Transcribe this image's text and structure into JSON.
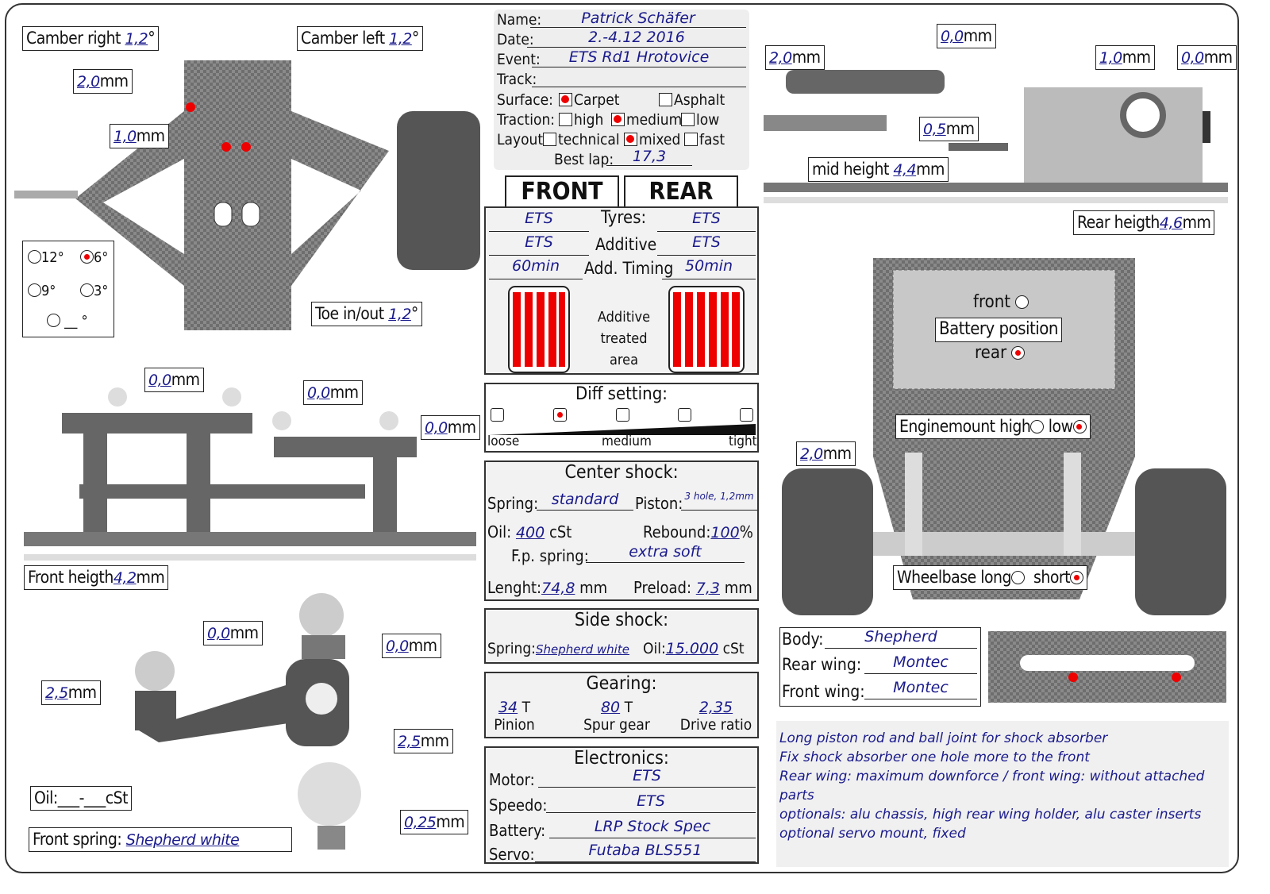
{
  "colors": {
    "value": "#1a1a8c",
    "marker": "#e00000",
    "carbon": "#7a7a7a"
  },
  "front_top": {
    "camber_right": {
      "label": "Camber right",
      "value": "1,2",
      "unit": "°"
    },
    "camber_left": {
      "label": "Camber left",
      "value": "1,2",
      "unit": "°"
    },
    "offset1": {
      "value": "2,0",
      "unit": "mm"
    },
    "offset2": {
      "value": "1,0",
      "unit": "mm"
    },
    "toe": {
      "label": "Toe in/out",
      "value": "1,2",
      "unit": "°"
    },
    "caster": {
      "options": [
        "12°",
        "6°",
        "9°",
        "3°"
      ],
      "selected": "6°",
      "custom": "__",
      "custom_unit": "°"
    }
  },
  "front_side": {
    "spacers": [
      {
        "value": "0,0",
        "unit": "mm"
      },
      {
        "value": "0,0",
        "unit": "mm"
      },
      {
        "value": "0,0",
        "unit": "mm"
      }
    ],
    "front_height": {
      "label": "Front heigth",
      "value": "4,2",
      "unit": "mm"
    }
  },
  "front_hub": {
    "spacers": [
      {
        "value": "0,0",
        "unit": "mm"
      },
      {
        "value": "0,0",
        "unit": "mm"
      },
      {
        "value": "2,5",
        "unit": "mm"
      },
      {
        "value": "2,5",
        "unit": "mm"
      },
      {
        "value": "0,25",
        "unit": "mm"
      }
    ],
    "oil": {
      "label": "Oil:",
      "value": "___-___",
      "unit": "cSt"
    },
    "front_spring": {
      "label": "Front spring:",
      "value": "Shepherd white"
    }
  },
  "info": {
    "name_label": "Name:",
    "name": "Patrick Schäfer",
    "date_label": "Date:",
    "date": "2.-4.12 2016",
    "event_label": "Event:",
    "event": "ETS Rd1 Hrotovice",
    "track_label": "Track:",
    "track": "",
    "surface_label": "Surface:",
    "surface": [
      {
        "label": "Carpet",
        "checked": true
      },
      {
        "label": "Asphalt",
        "checked": false
      }
    ],
    "traction_label": "Traction:",
    "traction": [
      {
        "label": "high",
        "checked": false
      },
      {
        "label": "medium",
        "checked": true
      },
      {
        "label": "low",
        "checked": false
      }
    ],
    "layout_label": "Layout:",
    "layout": [
      {
        "label": "technical",
        "checked": false
      },
      {
        "label": "mixed",
        "checked": true
      },
      {
        "label": "fast",
        "checked": false
      }
    ],
    "best_lap_label": "Best lap:",
    "best_lap": "17,3"
  },
  "tabs": {
    "front": "FRONT",
    "rear": "REAR"
  },
  "tyres": {
    "tyres_label": "Tyres:",
    "tyres_front": "ETS",
    "tyres_rear": "ETS",
    "additive_label": "Additive",
    "additive_front": "ETS",
    "additive_rear": "ETS",
    "timing_label": "Add. Timing",
    "timing_front": "60min",
    "timing_rear": "50min",
    "area_l1": "Additive",
    "area_l2": "treated",
    "area_l3": "area"
  },
  "diff": {
    "title": "Diff setting:",
    "positions": 5,
    "selected_index": 1,
    "loose": "loose",
    "medium": "medium",
    "tight": "tight"
  },
  "center_shock": {
    "title": "Center shock:",
    "spring_label": "Spring:",
    "spring": "standard",
    "piston_label": "Piston:",
    "piston": "3 hole, 1,2mm",
    "oil_label": "Oil:",
    "oil": "400",
    "oil_unit": "cSt",
    "rebound_label": "Rebound:",
    "rebound": "100",
    "rebound_unit": "%",
    "fp_label": "F.p. spring:",
    "fp": "extra soft",
    "length_label": "Lenght:",
    "length": "74,8",
    "length_unit": "mm",
    "preload_label": "Preload:",
    "preload": "7,3",
    "preload_unit": "mm"
  },
  "side_shock": {
    "title": "Side shock:",
    "spring_label": "Spring:",
    "spring": "Shepherd white",
    "oil_label": "Oil:",
    "oil": "15.000",
    "oil_unit": "cSt"
  },
  "gearing": {
    "title": "Gearing:",
    "pinion": "34",
    "pinion_unit": "T",
    "pinion_label": "Pinion",
    "spur": "80",
    "spur_unit": "T",
    "spur_label": "Spur gear",
    "ratio": "2,35",
    "ratio_label": "Drive ratio"
  },
  "electronics": {
    "title": "Electronics:",
    "motor_label": "Motor:",
    "motor": "ETS",
    "speedo_label": "Speedo:",
    "speedo": "ETS",
    "battery_label": "Battery:",
    "battery": "LRP Stock Spec",
    "servo_label": "Servo:",
    "servo": "Futaba BLS551"
  },
  "rear_side": {
    "spacers": [
      {
        "value": "2,0",
        "unit": "mm"
      },
      {
        "value": "0,0",
        "unit": "mm"
      },
      {
        "value": "1,0",
        "unit": "mm"
      },
      {
        "value": "0,0",
        "unit": "mm"
      },
      {
        "value": "0,5",
        "unit": "mm"
      }
    ],
    "mid_height": {
      "label": "mid height",
      "value": "4,4",
      "unit": "mm"
    },
    "rear_height": {
      "label": "Rear heigth",
      "value": "4,6",
      "unit": "mm"
    }
  },
  "rear_top": {
    "battery_front": "front",
    "battery_label": "Battery position",
    "battery_rear": "rear",
    "battery_selected": "rear",
    "engine_label": "Enginemount",
    "engine_high": "high",
    "engine_low": "low",
    "engine_selected": "low",
    "offset": {
      "value": "2,0",
      "unit": "mm"
    },
    "wheelbase_label": "Wheelbase",
    "wheelbase_long": "long",
    "wheelbase_short": "short",
    "wheelbase_selected": "short"
  },
  "body": {
    "body_label": "Body:",
    "body": "Shepherd",
    "rear_wing_label": "Rear wing:",
    "rear_wing": "Montec",
    "front_wing_label": "Front wing:",
    "front_wing": "Montec"
  },
  "notes": [
    "Long piston rod and ball joint for shock absorber",
    "Fix shock absorber one hole more to the front",
    "Rear wing: maximum downforce / front wing: without attached parts",
    "optionals: alu chassis, high rear wing holder, alu caster inserts",
    "optional servo mount, fixed"
  ]
}
